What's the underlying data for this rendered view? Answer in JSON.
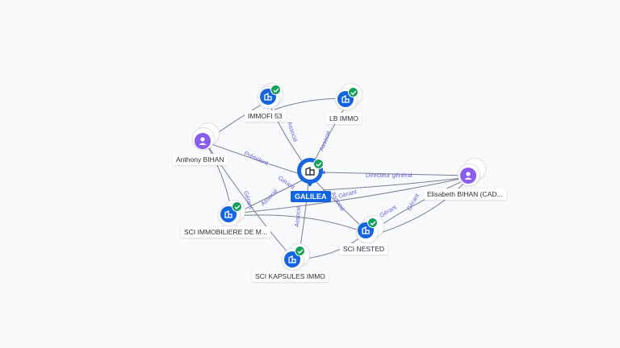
{
  "colors": {
    "company": "#1565e0",
    "person": "#8a5cf0",
    "verified": "#18a05a",
    "edge_label": "#6b64d8"
  },
  "center": {
    "label": "GALILEA",
    "icon": "building-icon",
    "verified": true
  },
  "nodes": [
    {
      "id": "immofi",
      "label": "IMMOFI 53",
      "kind": "company",
      "icon": "building-icon",
      "verified": true
    },
    {
      "id": "lbimmo",
      "label": "LB IMMO",
      "kind": "company",
      "icon": "building-icon",
      "verified": true
    },
    {
      "id": "anthony",
      "label": "Anthony BIHAN",
      "kind": "person",
      "icon": "user-icon",
      "verified": false
    },
    {
      "id": "elisabeth",
      "label": "Elisabeth BIHAN (CAD...",
      "kind": "person",
      "icon": "user-icon",
      "verified": false
    },
    {
      "id": "sciimmo",
      "label": "SCI IMMOBILIERE DE M...",
      "kind": "company",
      "icon": "building-icon",
      "verified": true
    },
    {
      "id": "scinested",
      "label": "SCI NESTED",
      "kind": "company",
      "icon": "building-icon",
      "verified": true
    },
    {
      "id": "scikapsules",
      "label": "SCI KAPSULES IMMO",
      "kind": "company",
      "icon": "building-icon",
      "verified": true
    }
  ],
  "edge_labels": {
    "immofi_associe": "Associé",
    "lbimmo_associe": "Associé",
    "anthony_president": "Président",
    "anthony_gerant": "Gérant",
    "galilea_gerant": "Gérant",
    "sciimmo_associe": "Associé",
    "elisabeth_directeur": "Directeur général",
    "elisabeth_gerant": "Gérant",
    "scinested_associe": "Associé",
    "scikapsules_associe": "Associé",
    "elisabeth_gerant_b": "Gérant",
    "elisabeth_gerant_c": "Gérant"
  }
}
